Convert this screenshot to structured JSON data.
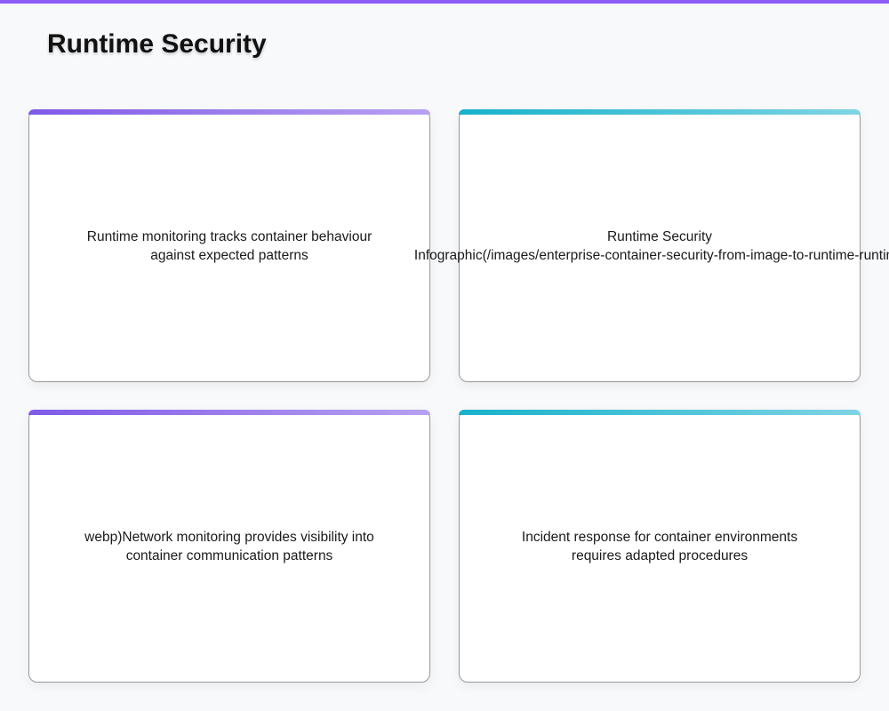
{
  "page": {
    "title": "Runtime Security"
  },
  "colors": {
    "top_bar": "#8b5cf6",
    "accent_purple": "#7f5ae8",
    "accent_teal": "#17b2cb"
  },
  "cards": [
    {
      "lines": [
        "Runtime monitoring tracks container behaviour",
        "against expected patterns"
      ]
    },
    {
      "lines": [
        "Runtime Security",
        "Infographic(/images/enterprise-container-security-from-image-to-runtime-runtime"
      ]
    },
    {
      "lines": [
        "webp)Network monitoring provides visibility into",
        "container communication patterns"
      ]
    },
    {
      "lines": [
        "Incident response for container environments",
        "requires adapted procedures"
      ]
    }
  ]
}
